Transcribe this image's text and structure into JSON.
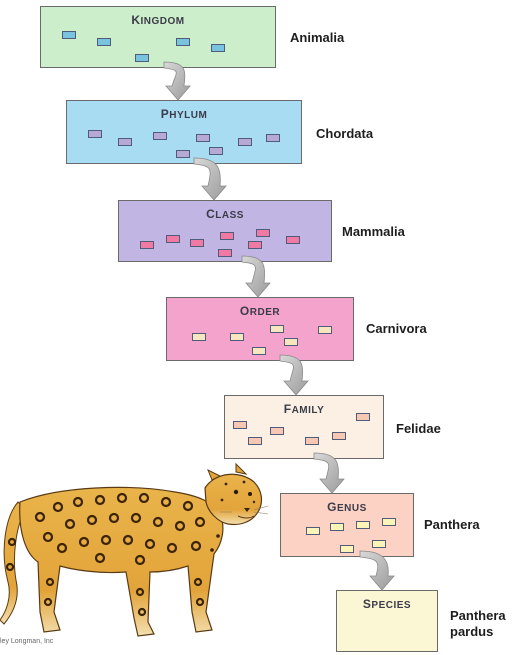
{
  "levels": [
    {
      "rank": "KINGDOM",
      "taxon": "Animalia",
      "colors": {
        "fill": "#cdeecb",
        "chip": "#79c3df"
      }
    },
    {
      "rank": "PHYLUM",
      "taxon": "Chordata",
      "colors": {
        "fill": "#a8dcf3",
        "chip": "#b7a9d6"
      }
    },
    {
      "rank": "CLASS",
      "taxon": "Mammalia",
      "colors": {
        "fill": "#c1b5e3",
        "chip": "#f07aa4"
      }
    },
    {
      "rank": "ORDER",
      "taxon": "Carnivora",
      "colors": {
        "fill": "#f3a3cc",
        "chip": "#f8e6c0"
      }
    },
    {
      "rank": "FAMILY",
      "taxon": "Felidae",
      "colors": {
        "fill": "#fbf0e3",
        "chip": "#f8c7b3"
      }
    },
    {
      "rank": "GENUS",
      "taxon": "Panthera",
      "colors": {
        "fill": "#fbd2c4",
        "chip": "#fdf5b8"
      }
    },
    {
      "rank": "SPECIES",
      "taxon": "Panthera pardus",
      "colors": {
        "fill": "#fbf6d4",
        "chip": "#fdf5b8"
      }
    }
  ],
  "credit": "ley Longman, Inc",
  "icons": {
    "animal": "leopard-illustration",
    "connector": "curved-arrow-icon"
  }
}
